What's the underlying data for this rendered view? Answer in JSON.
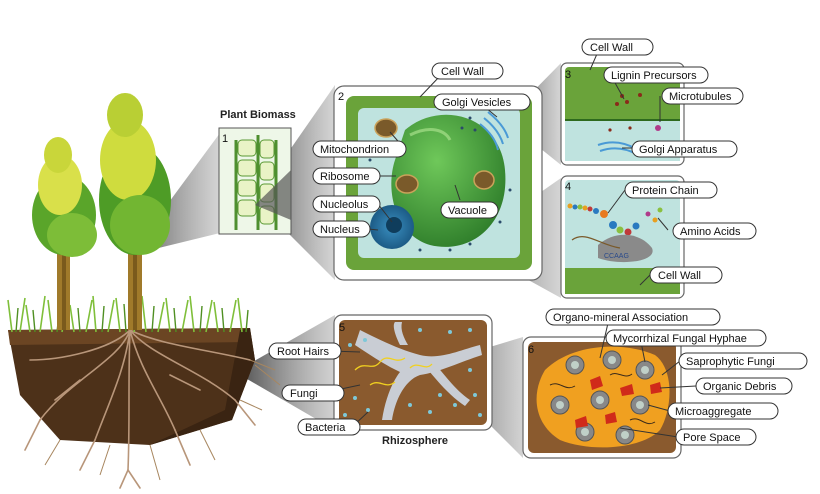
{
  "captions": {
    "plant_biomass": "Plant Biomass",
    "rhizosphere": "Rhizosphere"
  },
  "panels": [
    {
      "number": "1"
    },
    {
      "number": "2"
    },
    {
      "number": "3"
    },
    {
      "number": "4"
    },
    {
      "number": "5"
    },
    {
      "number": "6"
    }
  ],
  "labels": {
    "cell_wall_2": "Cell Wall",
    "golgi_vesicles": "Golgi Vesicles",
    "mitochondrion": "Mitochondrion",
    "ribosome": "Ribosome",
    "nucleolus": "Nucleolus",
    "nucleus": "Nucleus",
    "vacuole": "Vacuole",
    "cell_wall_3": "Cell Wall",
    "lignin_precursors": "Lignin Precursors",
    "microtubules": "Microtubules",
    "golgi_apparatus": "Golgi Apparatus",
    "protein_chain": "Protein Chain",
    "amino_acids": "Amino Acids",
    "cell_wall_4": "Cell Wall",
    "root_hairs": "Root Hairs",
    "fungi": "Fungi",
    "bacteria": "Bacteria",
    "organo_mineral": "Organo-mineral Association",
    "mycorrhizal": "Mycorrhizal Fungal Hyphae",
    "saprophytic": "Saprophytic Fungi",
    "organic_debris": "Organic Debris",
    "microaggregate": "Microaggregate",
    "pore_space": "Pore Space"
  },
  "dna_text": "CCAAG",
  "colors": {
    "cell_green": "#6aa33a",
    "cytoplasm": "#bfe3df",
    "vacuole": "#3f9b3a",
    "soil": "#5a3a1e",
    "rhizo_bg": "#8a5a2e",
    "aggregate_orange": "#f0a020",
    "leaf_yellow": "#d9e04a",
    "leaf_green": "#5aa52a"
  }
}
